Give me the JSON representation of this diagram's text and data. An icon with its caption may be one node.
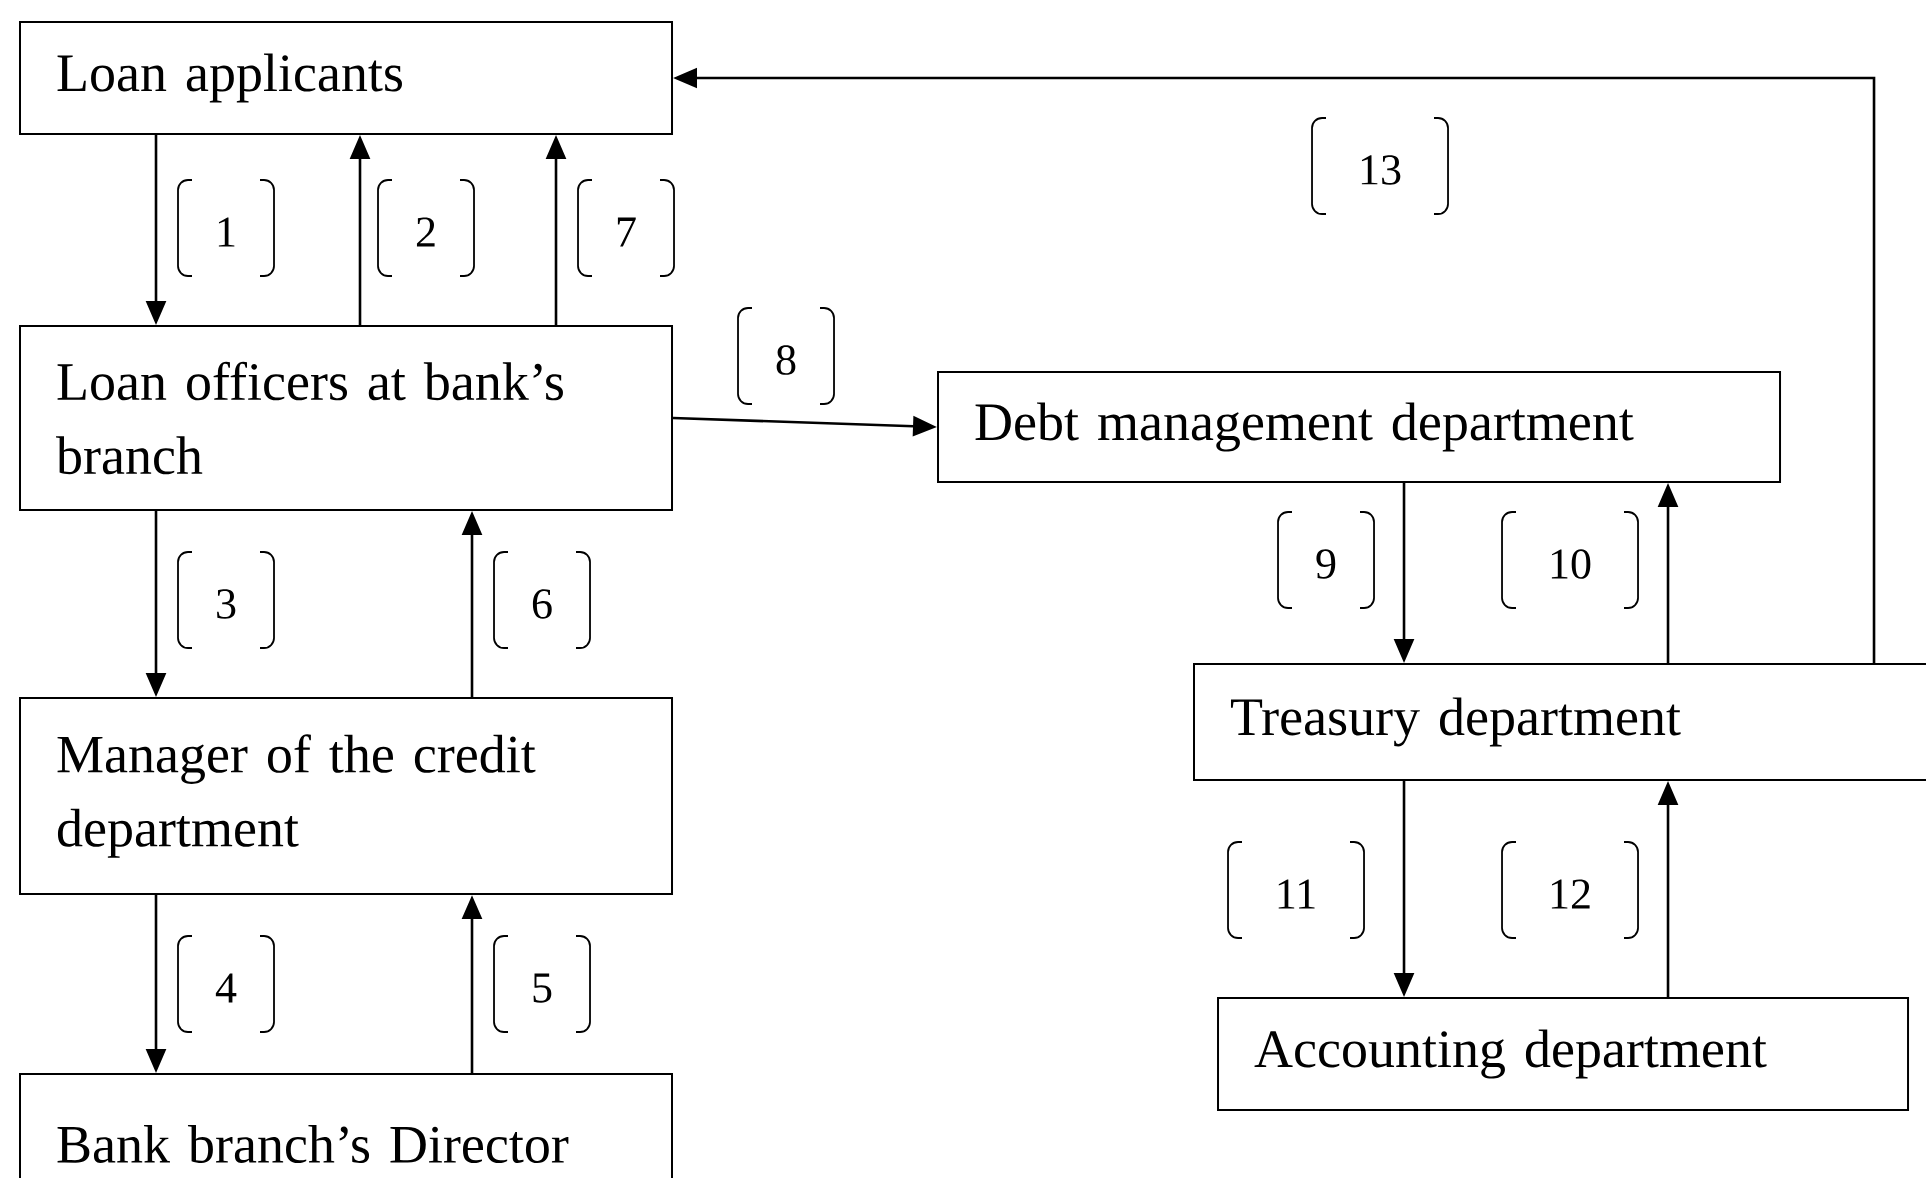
{
  "diagram": {
    "nodes": [
      {
        "text": [
          "Loan applicants"
        ]
      },
      {
        "text": [
          "Loan officers at bank’s branch"
        ]
      },
      {
        "text": [
          "Manager of the credit department"
        ]
      },
      {
        "text": [
          "Bank branch’s Director"
        ]
      },
      {
        "text": [
          "Debt management department"
        ]
      },
      {
        "text": [
          "Treasury department"
        ]
      },
      {
        "text": [
          "Accounting department"
        ]
      }
    ],
    "edges": [
      {
        "from": 0,
        "to": 1,
        "arrow": "to",
        "label": "1"
      },
      {
        "from": 1,
        "to": 0,
        "arrow": "to",
        "label": "2"
      },
      {
        "from": 1,
        "to": 0,
        "arrow": "to",
        "label": "7"
      },
      {
        "from": 1,
        "to": 2,
        "arrow": "to",
        "label": "3"
      },
      {
        "from": 2,
        "to": 1,
        "arrow": "to",
        "label": "6"
      },
      {
        "from": 2,
        "to": 3,
        "arrow": "to",
        "label": "4"
      },
      {
        "from": 3,
        "to": 2,
        "arrow": "to",
        "label": "5"
      },
      {
        "from": 1,
        "to": 4,
        "arrow": "to",
        "label": "8"
      },
      {
        "from": 4,
        "to": 5,
        "arrow": "to",
        "label": "9"
      },
      {
        "from": 5,
        "to": 4,
        "arrow": "to",
        "label": "10"
      },
      {
        "from": 5,
        "to": 6,
        "arrow": "to",
        "label": "11"
      },
      {
        "from": 6,
        "to": 5,
        "arrow": "to",
        "label": "12"
      },
      {
        "from": 5,
        "to": 0,
        "arrow": "to",
        "label": "13"
      }
    ]
  }
}
